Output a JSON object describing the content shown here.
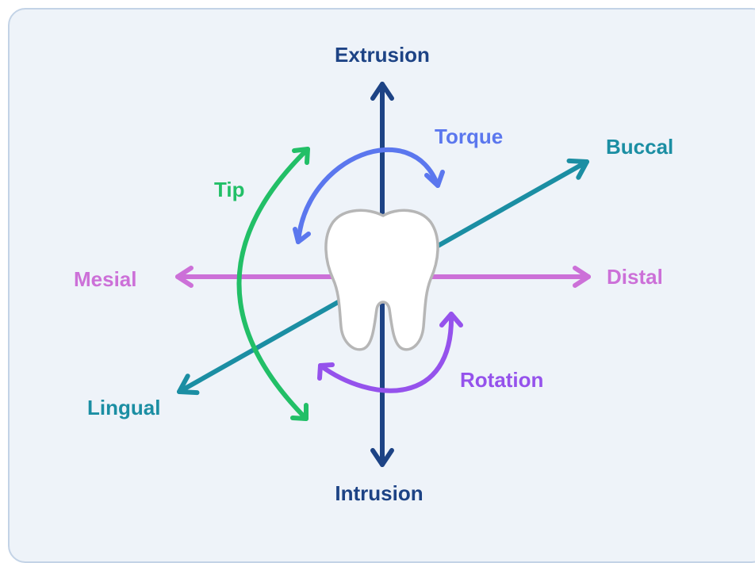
{
  "diagram": {
    "labels": {
      "extrusion": "Extrusion",
      "intrusion": "Intrusion",
      "torque": "Torque",
      "buccal": "Buccal",
      "tip": "Tip",
      "mesial": "Mesial",
      "distal": "Distal",
      "lingual": "Lingual",
      "rotation": "Rotation"
    },
    "colors": {
      "background": "#eef3f9",
      "border": "#c3d3e6",
      "vertical_axis": "#1d4385",
      "buccal_lingual_axis": "#1b8ea3",
      "mesial_distal_axis": "#cc70d8",
      "torque": "#5b77ee",
      "tip": "#22bf67",
      "rotation": "#9552ec",
      "tooth_fill": "#ffffff",
      "tooth_stroke": "#b6b6b6"
    },
    "icons": [
      "tooth-icon"
    ]
  }
}
